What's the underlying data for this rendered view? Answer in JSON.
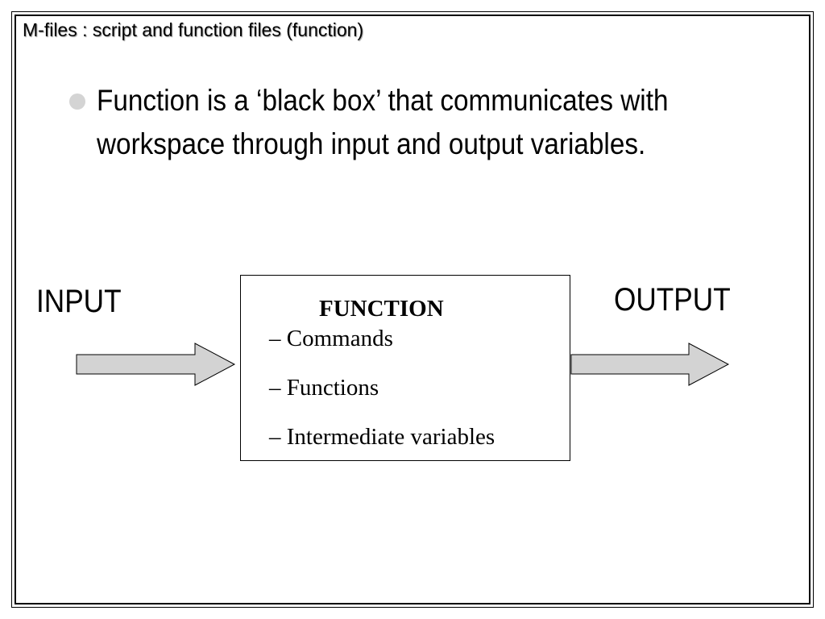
{
  "slide": {
    "title": "M-files : script and function files (function)",
    "bullet": "Function is a ‘black box’ that communicates with workspace through input and output variables."
  },
  "diagram": {
    "input_label": "INPUT",
    "output_label": "OUTPUT",
    "function_box": {
      "title": "FUNCTION",
      "items": [
        "– Commands",
        "– Functions",
        "– Intermediate variables"
      ]
    }
  },
  "colors": {
    "arrow_fill": "#d3d3d3",
    "bullet_dot": "#d4d4d4",
    "frame": "#000000"
  }
}
